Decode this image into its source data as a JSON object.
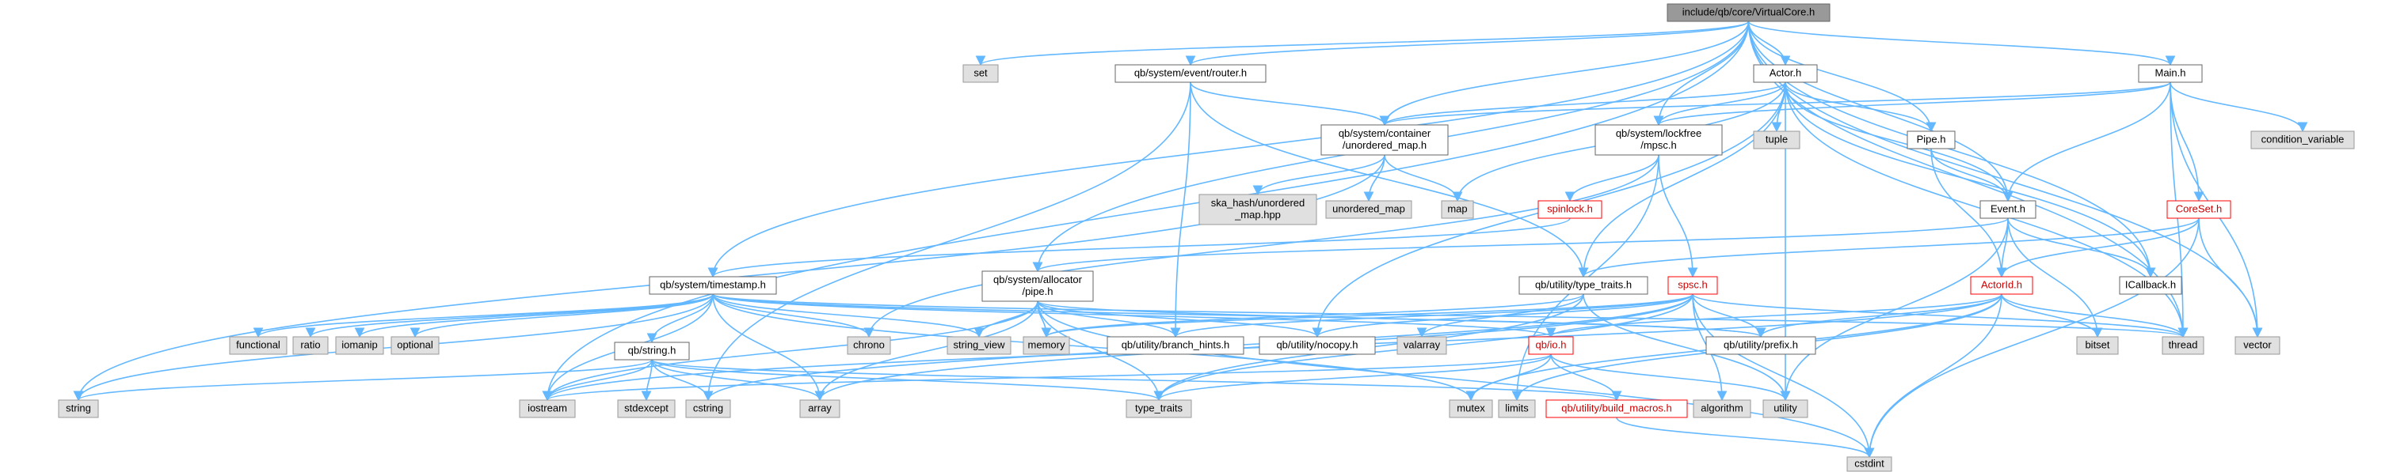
{
  "graph_title": "include/qb/core/VirtualCore.h",
  "nodes": [
    {
      "id": "root",
      "label": [
        "include/qb/core/VirtualCore.h"
      ],
      "kind": "root"
    },
    {
      "id": "set",
      "label": [
        "set"
      ],
      "kind": "sys"
    },
    {
      "id": "router",
      "label": [
        "qb/system/event/router.h"
      ],
      "kind": "internal"
    },
    {
      "id": "actor",
      "label": [
        "Actor.h"
      ],
      "kind": "internal"
    },
    {
      "id": "main",
      "label": [
        "Main.h"
      ],
      "kind": "internal"
    },
    {
      "id": "umap",
      "label": [
        "qb/system/container",
        "/unordered_map.h"
      ],
      "kind": "internal"
    },
    {
      "id": "mpsc",
      "label": [
        "qb/system/lockfree",
        "/mpsc.h"
      ],
      "kind": "internal"
    },
    {
      "id": "tuple",
      "label": [
        "tuple"
      ],
      "kind": "sys"
    },
    {
      "id": "pipeh",
      "label": [
        "Pipe.h"
      ],
      "kind": "internal"
    },
    {
      "id": "condvar",
      "label": [
        "condition_variable"
      ],
      "kind": "sys"
    },
    {
      "id": "ska",
      "label": [
        "ska_hash/unordered",
        "_map.hpp"
      ],
      "kind": "sys"
    },
    {
      "id": "unordmap",
      "label": [
        "unordered_map"
      ],
      "kind": "sys"
    },
    {
      "id": "map",
      "label": [
        "map"
      ],
      "kind": "sys"
    },
    {
      "id": "spinlock",
      "label": [
        "spinlock.h"
      ],
      "kind": "hl"
    },
    {
      "id": "event",
      "label": [
        "Event.h"
      ],
      "kind": "internal"
    },
    {
      "id": "coreset",
      "label": [
        "CoreSet.h"
      ],
      "kind": "hl"
    },
    {
      "id": "timestamp",
      "label": [
        "qb/system/timestamp.h"
      ],
      "kind": "internal"
    },
    {
      "id": "allocpipe",
      "label": [
        "qb/system/allocator",
        "/pipe.h"
      ],
      "kind": "internal"
    },
    {
      "id": "typetraitsh",
      "label": [
        "qb/utility/type_traits.h"
      ],
      "kind": "internal"
    },
    {
      "id": "spsc",
      "label": [
        "spsc.h"
      ],
      "kind": "hl"
    },
    {
      "id": "actorid",
      "label": [
        "ActorId.h"
      ],
      "kind": "hl"
    },
    {
      "id": "icallback",
      "label": [
        "ICallback.h"
      ],
      "kind": "internal"
    },
    {
      "id": "functional",
      "label": [
        "functional"
      ],
      "kind": "sys"
    },
    {
      "id": "ratio",
      "label": [
        "ratio"
      ],
      "kind": "sys"
    },
    {
      "id": "iomanip",
      "label": [
        "iomanip"
      ],
      "kind": "sys"
    },
    {
      "id": "optional",
      "label": [
        "optional"
      ],
      "kind": "sys"
    },
    {
      "id": "chrono",
      "label": [
        "chrono"
      ],
      "kind": "sys"
    },
    {
      "id": "stringview",
      "label": [
        "string_view"
      ],
      "kind": "sys"
    },
    {
      "id": "memory",
      "label": [
        "memory"
      ],
      "kind": "sys"
    },
    {
      "id": "branchhints",
      "label": [
        "qb/utility/branch_hints.h"
      ],
      "kind": "internal"
    },
    {
      "id": "nocopy",
      "label": [
        "qb/utility/nocopy.h"
      ],
      "kind": "internal"
    },
    {
      "id": "valarray",
      "label": [
        "valarray"
      ],
      "kind": "sys"
    },
    {
      "id": "qbio",
      "label": [
        "qb/io.h"
      ],
      "kind": "hl"
    },
    {
      "id": "prefix",
      "label": [
        "qb/utility/prefix.h"
      ],
      "kind": "internal"
    },
    {
      "id": "bitset",
      "label": [
        "bitset"
      ],
      "kind": "sys"
    },
    {
      "id": "thread",
      "label": [
        "thread"
      ],
      "kind": "sys"
    },
    {
      "id": "vector",
      "label": [
        "vector"
      ],
      "kind": "sys"
    },
    {
      "id": "string",
      "label": [
        "string"
      ],
      "kind": "sys"
    },
    {
      "id": "qbstring",
      "label": [
        "qb/string.h"
      ],
      "kind": "internal"
    },
    {
      "id": "iostream",
      "label": [
        "iostream"
      ],
      "kind": "sys"
    },
    {
      "id": "stdexcept",
      "label": [
        "stdexcept"
      ],
      "kind": "sys"
    },
    {
      "id": "cstring",
      "label": [
        "cstring"
      ],
      "kind": "sys"
    },
    {
      "id": "array",
      "label": [
        "array"
      ],
      "kind": "sys"
    },
    {
      "id": "typetraits",
      "label": [
        "type_traits"
      ],
      "kind": "sys"
    },
    {
      "id": "mutex",
      "label": [
        "mutex"
      ],
      "kind": "sys"
    },
    {
      "id": "limits",
      "label": [
        "limits"
      ],
      "kind": "sys"
    },
    {
      "id": "buildmacros",
      "label": [
        "qb/utility/build_macros.h"
      ],
      "kind": "hl"
    },
    {
      "id": "algorithm",
      "label": [
        "algorithm"
      ],
      "kind": "sys"
    },
    {
      "id": "utility",
      "label": [
        "utility"
      ],
      "kind": "sys"
    },
    {
      "id": "cstdint",
      "label": [
        "cstdint"
      ],
      "kind": "sys"
    }
  ],
  "edges": [
    [
      "root",
      "set"
    ],
    [
      "root",
      "router"
    ],
    [
      "root",
      "actor"
    ],
    [
      "root",
      "main"
    ],
    [
      "root",
      "umap"
    ],
    [
      "root",
      "mpsc"
    ],
    [
      "root",
      "pipeh"
    ],
    [
      "root",
      "event"
    ],
    [
      "root",
      "timestamp"
    ],
    [
      "root",
      "allocpipe"
    ],
    [
      "root",
      "icallback"
    ],
    [
      "root",
      "thread"
    ],
    [
      "root",
      "vector"
    ],
    [
      "root",
      "iostream"
    ],
    [
      "router",
      "umap"
    ],
    [
      "router",
      "branchhints"
    ],
    [
      "router",
      "typetraitsh"
    ],
    [
      "router",
      "cstring"
    ],
    [
      "actor",
      "umap"
    ],
    [
      "actor",
      "mpsc"
    ],
    [
      "actor",
      "tuple"
    ],
    [
      "actor",
      "pipeh"
    ],
    [
      "actor",
      "map"
    ],
    [
      "actor",
      "event"
    ],
    [
      "actor",
      "icallback"
    ],
    [
      "actor",
      "typetraitsh"
    ],
    [
      "actor",
      "nocopy"
    ],
    [
      "actor",
      "thread"
    ],
    [
      "actor",
      "utility"
    ],
    [
      "main",
      "umap"
    ],
    [
      "main",
      "mpsc"
    ],
    [
      "main",
      "condvar"
    ],
    [
      "main",
      "coreset"
    ],
    [
      "main",
      "event"
    ],
    [
      "main",
      "thread"
    ],
    [
      "main",
      "vector"
    ],
    [
      "umap",
      "ska"
    ],
    [
      "umap",
      "unordmap"
    ],
    [
      "umap",
      "map"
    ],
    [
      "umap",
      "string"
    ],
    [
      "mpsc",
      "spinlock"
    ],
    [
      "mpsc",
      "spsc"
    ],
    [
      "mpsc",
      "chrono"
    ],
    [
      "mpsc",
      "limits"
    ],
    [
      "spinlock",
      "timestamp"
    ],
    [
      "pipeh",
      "event"
    ],
    [
      "pipeh",
      "actorid"
    ],
    [
      "event",
      "actorid"
    ],
    [
      "event",
      "icallback"
    ],
    [
      "event",
      "allocpipe"
    ],
    [
      "event",
      "bitset"
    ],
    [
      "event",
      "utility"
    ],
    [
      "coreset",
      "actorid"
    ],
    [
      "coreset",
      "typetraitsh"
    ],
    [
      "coreset",
      "vector"
    ],
    [
      "coreset",
      "cstdint"
    ],
    [
      "timestamp",
      "functional"
    ],
    [
      "timestamp",
      "ratio"
    ],
    [
      "timestamp",
      "iomanip"
    ],
    [
      "timestamp",
      "optional"
    ],
    [
      "timestamp",
      "chrono"
    ],
    [
      "timestamp",
      "stringview"
    ],
    [
      "timestamp",
      "qbstring"
    ],
    [
      "timestamp",
      "string"
    ],
    [
      "timestamp",
      "qbio"
    ],
    [
      "timestamp",
      "thread"
    ],
    [
      "timestamp",
      "prefix"
    ],
    [
      "timestamp",
      "mutex"
    ],
    [
      "timestamp",
      "array"
    ],
    [
      "timestamp",
      "iostream"
    ],
    [
      "allocpipe",
      "memory"
    ],
    [
      "allocpipe",
      "branchhints"
    ],
    [
      "allocpipe",
      "nocopy"
    ],
    [
      "allocpipe",
      "prefix"
    ],
    [
      "allocpipe",
      "array"
    ],
    [
      "allocpipe",
      "iostream"
    ],
    [
      "allocpipe",
      "cstdint"
    ],
    [
      "allocpipe",
      "typetraits"
    ],
    [
      "allocpipe",
      "stringview"
    ],
    [
      "typetraitsh",
      "valarray"
    ],
    [
      "typetraitsh",
      "utility"
    ],
    [
      "typetraitsh",
      "typetraits"
    ],
    [
      "typetraitsh",
      "memory"
    ],
    [
      "spsc",
      "thread"
    ],
    [
      "spsc",
      "prefix"
    ],
    [
      "spsc",
      "branchhints"
    ],
    [
      "spsc",
      "nocopy"
    ],
    [
      "spsc",
      "algorithm"
    ],
    [
      "spsc",
      "cstdint"
    ],
    [
      "spsc",
      "array"
    ],
    [
      "spsc",
      "typetraits"
    ],
    [
      "spsc",
      "memory"
    ],
    [
      "spsc",
      "cstring"
    ],
    [
      "actorid",
      "bitset"
    ],
    [
      "actorid",
      "thread"
    ],
    [
      "actorid",
      "prefix"
    ],
    [
      "actorid",
      "qbio"
    ],
    [
      "actorid",
      "limits"
    ],
    [
      "actorid",
      "mutex"
    ],
    [
      "actorid",
      "cstdint"
    ],
    [
      "actorid",
      "iostream"
    ],
    [
      "qbio",
      "mutex"
    ],
    [
      "qbio",
      "typetraits"
    ],
    [
      "qbio",
      "utility"
    ],
    [
      "qbio",
      "iostream"
    ],
    [
      "qbio",
      "buildmacros"
    ],
    [
      "qbstring",
      "string"
    ],
    [
      "qbstring",
      "iostream"
    ],
    [
      "qbstring",
      "stdexcept"
    ],
    [
      "qbstring",
      "cstring"
    ],
    [
      "qbstring",
      "array"
    ],
    [
      "qbstring",
      "typetraits"
    ],
    [
      "qbstring",
      "buildmacros"
    ],
    [
      "buildmacros",
      "cstdint"
    ]
  ]
}
